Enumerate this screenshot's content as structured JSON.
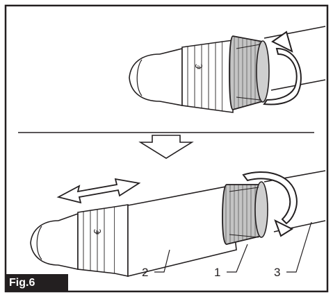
{
  "figure": {
    "label": "Fig.6"
  },
  "callouts": [
    {
      "id": "1",
      "text": "1"
    },
    {
      "id": "2",
      "text": "2"
    },
    {
      "id": "3",
      "text": "3"
    }
  ],
  "colors": {
    "ink": "#231f20",
    "ring_fill": "#bfbfbf",
    "ring_dark": "#8c8c8c",
    "paper": "#ffffff"
  }
}
